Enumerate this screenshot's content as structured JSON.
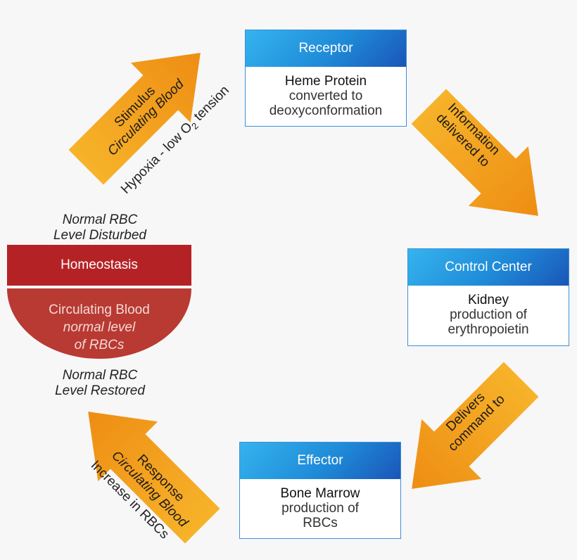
{
  "receptor": {
    "title": "Receptor",
    "line1": "Heme Protein",
    "line2": "converted to",
    "line3": "deoxyconformation"
  },
  "control_center": {
    "title": "Control Center",
    "line1": "Kidney",
    "line2": "production of",
    "line3": "erythropoietin"
  },
  "effector": {
    "title": "Effector",
    "line1": "Bone Marrow",
    "line2": "production of",
    "line3": "RBCs"
  },
  "homeostasis": {
    "title": "Homeostasis",
    "line1": "Circulating Blood",
    "line2": "normal level",
    "line3": "of RBCs"
  },
  "disturbed": {
    "line1": "Normal RBC",
    "line2": "Level Disturbed"
  },
  "restored": {
    "line1": "Normal RBC",
    "line2": "Level Restored"
  },
  "stimulus_arrow": {
    "line1": "Stimulus",
    "line2": "Circulating Blood"
  },
  "stimulus_note": {
    "prefix": "Hypoxia - low O",
    "sub": "2",
    "suffix": " tension"
  },
  "info_arrow": {
    "line1": "Information",
    "line2": "delivered to"
  },
  "delivers_arrow": {
    "line1": "Delivers",
    "line2": "command to"
  },
  "response_arrow": {
    "line1": "Response",
    "line2": "Circulating Blood"
  },
  "response_note": {
    "text": "Increase in RBCs"
  },
  "colors": {
    "arrow": "#f4a11e",
    "arrow_dark": "#e88a10",
    "box_blue": "#1f8ad8",
    "homeostasis_red": "#b52226"
  }
}
